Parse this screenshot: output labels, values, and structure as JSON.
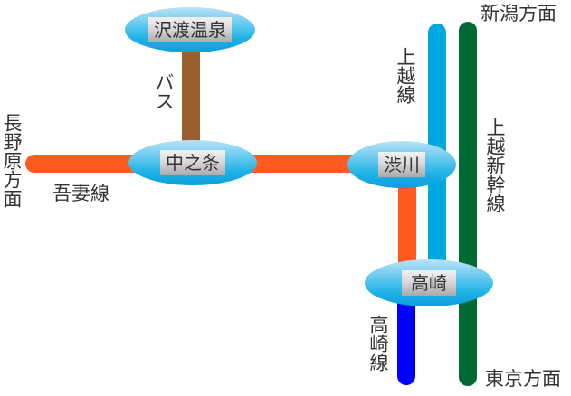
{
  "title": "Route map around Nakanojo",
  "colors": {
    "agatsuma_line": "#ff5a1f",
    "bus": "#9a5f2e",
    "joetsu_line": "#00a8e0",
    "joetsu_shinkansen": "#006a35",
    "takasaki_line": "#0000ff",
    "station_fill": "#1fb2e6",
    "text": "#333333"
  },
  "stations": [
    {
      "id": "shima-onsen",
      "name": "沢渡温泉"
    },
    {
      "id": "nakanojo",
      "name": "中之条"
    },
    {
      "id": "shibukawa",
      "name": "渋川"
    },
    {
      "id": "takasaki",
      "name": "高崎"
    }
  ],
  "lines": [
    {
      "id": "bus",
      "label": "バス"
    },
    {
      "id": "agatsuma",
      "label": "吾妻線"
    },
    {
      "id": "joetsu",
      "label": "上越線"
    },
    {
      "id": "joetsu-shinkansen",
      "label": "上越新幹線"
    },
    {
      "id": "takasaki",
      "label": "高崎線"
    }
  ],
  "directions": {
    "naganohara": "長野原方面",
    "niigata": "新潟方面",
    "tokyo": "東京方面"
  }
}
